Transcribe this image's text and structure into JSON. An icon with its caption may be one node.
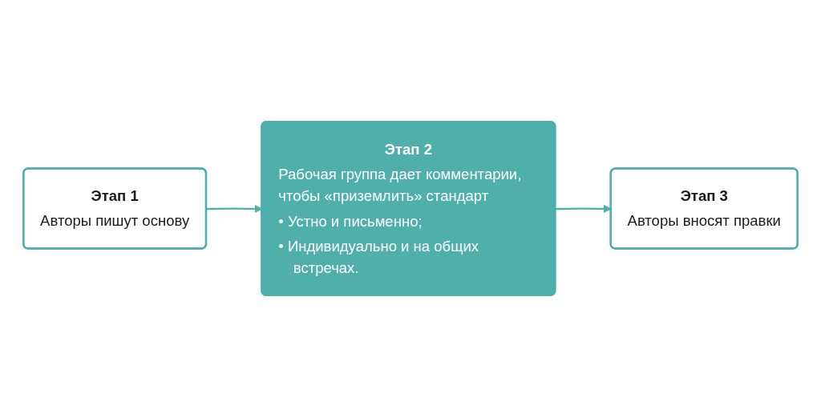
{
  "diagram": {
    "nodes": [
      {
        "text": [
          "Этап 1",
          "Авторы пишут основу"
        ]
      },
      {
        "text": [
          "Этап 2",
          "Рабочая группа дает комментарии, чтобы «приземлить» стандарт",
          "• Устно и письменно;",
          "• Индивидуально и на общих встречах."
        ]
      },
      {
        "text": [
          "Этап 3",
          "Авторы вносят правки"
        ]
      }
    ],
    "edges": [
      {
        "from": 0,
        "to": 1,
        "arrow": "to"
      },
      {
        "from": 1,
        "to": 2,
        "arrow": "to"
      }
    ]
  }
}
